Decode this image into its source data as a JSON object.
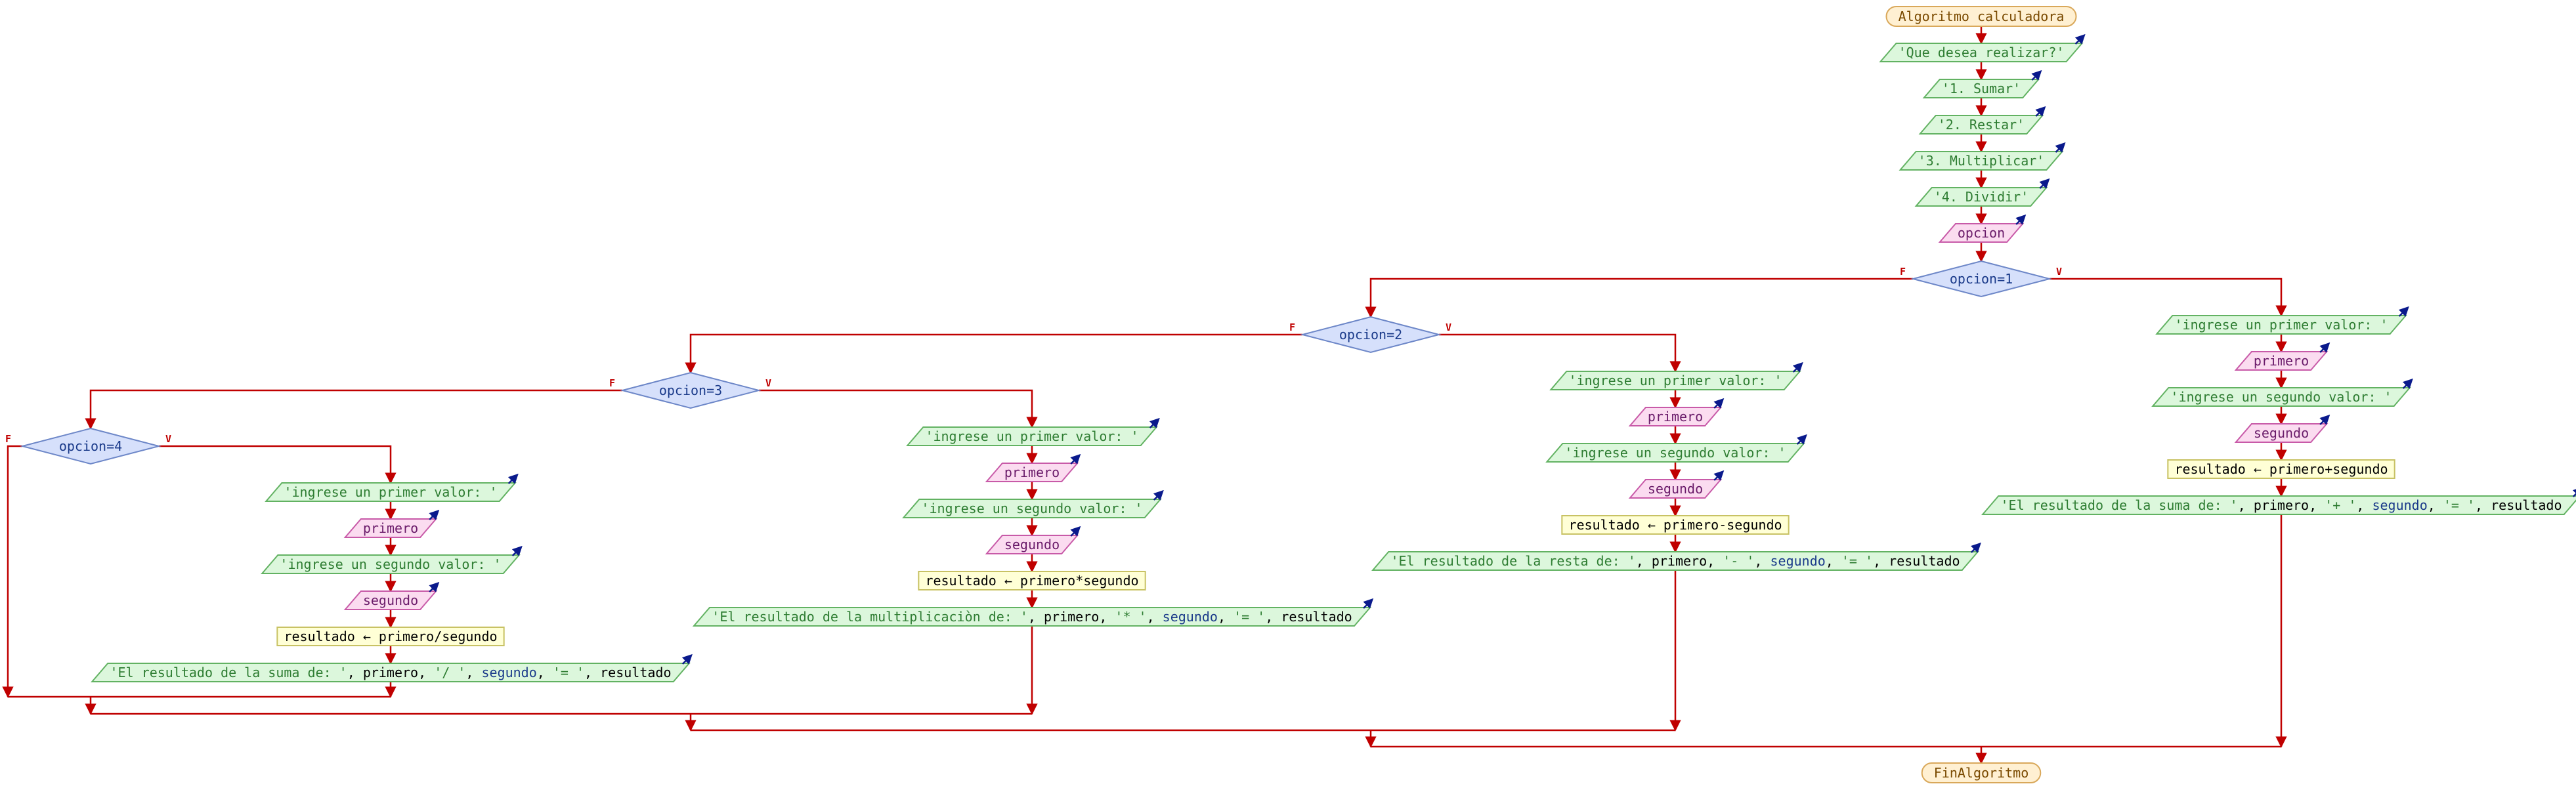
{
  "title": "Algoritmo calculadora",
  "end": "FinAlgoritmo",
  "menu": [
    "'Que desea realizar?'",
    "'1. Sumar'",
    "'2. Restar'",
    "'3. Multiplicar'",
    "'4. Dividir'"
  ],
  "menu_input": "opcion",
  "branch_labels": {
    "true": "V",
    "false": "F"
  },
  "sum_branch": {
    "condition": "opcion=1",
    "prompt1": "'ingrese un primer valor: '",
    "input1": "primero",
    "prompt2": "'ingrese un segundo valor: '",
    "input2": "segundo",
    "assign": "resultado ← primero+segundo",
    "output": [
      "'El resultado de la suma de: '",
      ", ",
      "primero",
      ", ",
      "'+ '",
      ", ",
      "segundo",
      ", ",
      "'= '",
      ", ",
      "resultado"
    ]
  },
  "sub_branch": {
    "condition": "opcion=2",
    "prompt1": "'ingrese un primer valor: '",
    "input1": "primero",
    "prompt2": "'ingrese un segundo valor: '",
    "input2": "segundo",
    "assign": "resultado ← primero-segundo",
    "output": [
      "'El resultado de la resta de: '",
      ", ",
      "primero",
      ", ",
      "'- '",
      ", ",
      "segundo",
      ", ",
      "'= '",
      ", ",
      "resultado"
    ]
  },
  "mul_branch": {
    "condition": "opcion=3",
    "prompt1": "'ingrese un primer valor: '",
    "input1": "primero",
    "prompt2": "'ingrese un segundo valor: '",
    "input2": "segundo",
    "assign": "resultado ← primero*segundo",
    "output": [
      "'El resultado de la multiplicaciòn de: '",
      ", ",
      "primero",
      ", ",
      "'* '",
      ", ",
      "segundo",
      ", ",
      "'= '",
      ", ",
      "resultado"
    ]
  },
  "div_branch": {
    "condition": "opcion=4",
    "prompt1": "'ingrese un primer valor: '",
    "input1": "primero",
    "prompt2": "'ingrese un segundo valor: '",
    "input2": "segundo",
    "assign": "resultado ← primero/segundo",
    "output": [
      "'El resultado de la suma de: '",
      ", ",
      "primero",
      ", ",
      "'/ '",
      ", ",
      "segundo",
      ", ",
      "'= '",
      ", ",
      "resultado"
    ]
  }
}
